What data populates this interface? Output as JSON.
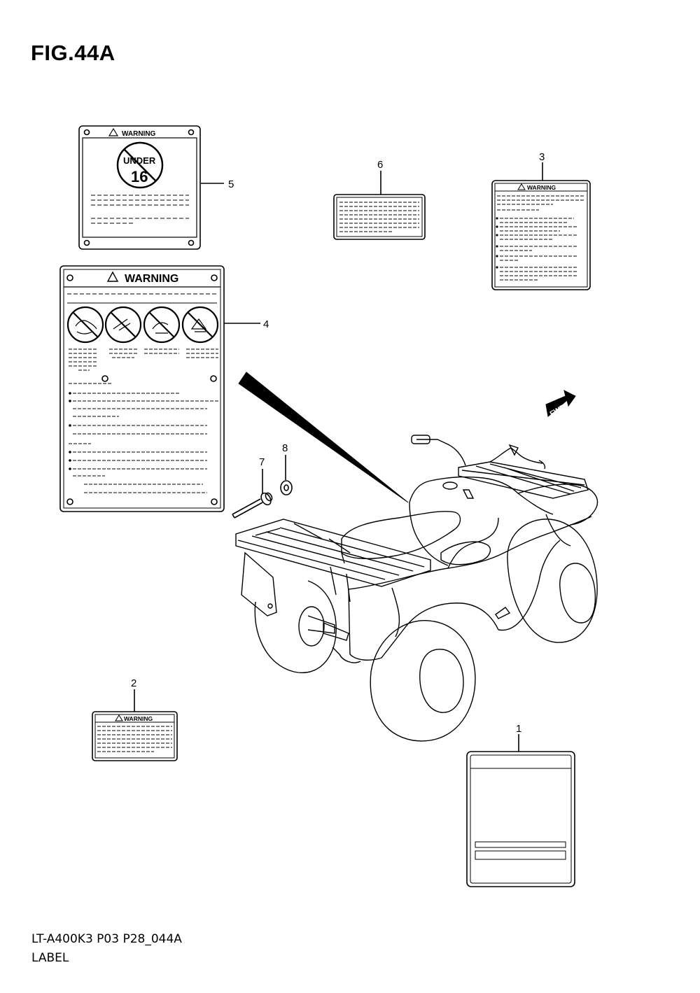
{
  "figure": {
    "title": "FIG.44A"
  },
  "footer": {
    "model_code": "LT-A400K3 P03 P28_044A",
    "section_name": "LABEL"
  },
  "callouts": {
    "c1": "1",
    "c2": "2",
    "c3": "3",
    "c4": "4",
    "c5": "5",
    "c6": "6",
    "c7": "7",
    "c8": "8"
  },
  "labels": {
    "warning": "WARNING",
    "under": "UNDER",
    "age": "16",
    "fwd": "FWD"
  },
  "icons": {
    "warning_symbol": "warning-triangle-icon",
    "fwd_arrow": "fwd-arrow-icon",
    "prohibition": "prohibition-icon"
  }
}
